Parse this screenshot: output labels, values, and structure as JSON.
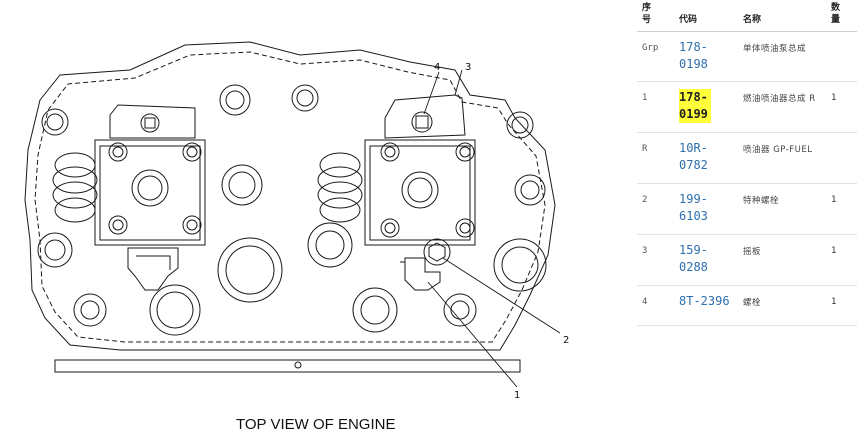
{
  "diagram": {
    "caption": "TOP VIEW OF ENGINE",
    "callouts": [
      "4",
      "3",
      "2",
      "1"
    ]
  },
  "parts_table": {
    "headers": {
      "seq": "序号",
      "code": "代码",
      "name": "名称",
      "qty": "数量"
    },
    "rows": [
      {
        "seq": "Grp",
        "code": "178-0198",
        "name": "单体喷油泵总成",
        "qty": "",
        "highlighted": false
      },
      {
        "seq": "1",
        "code": "178-0199",
        "name": "燃油喷油器总成 R",
        "qty": "1",
        "highlighted": true
      },
      {
        "seq": "R",
        "code": "10R-0782",
        "name": "喷油器 GP-FUEL",
        "qty": "",
        "highlighted": false
      },
      {
        "seq": "2",
        "code": "199-6103",
        "name": "特种螺栓",
        "qty": "1",
        "highlighted": false
      },
      {
        "seq": "3",
        "code": "159-0288",
        "name": "摇板",
        "qty": "1",
        "highlighted": false
      },
      {
        "seq": "4",
        "code": "8T-2396",
        "name": "螺栓",
        "qty": "1",
        "highlighted": false
      }
    ],
    "highlight_color": "#ffff3a",
    "link_color": "#2f6fae"
  }
}
